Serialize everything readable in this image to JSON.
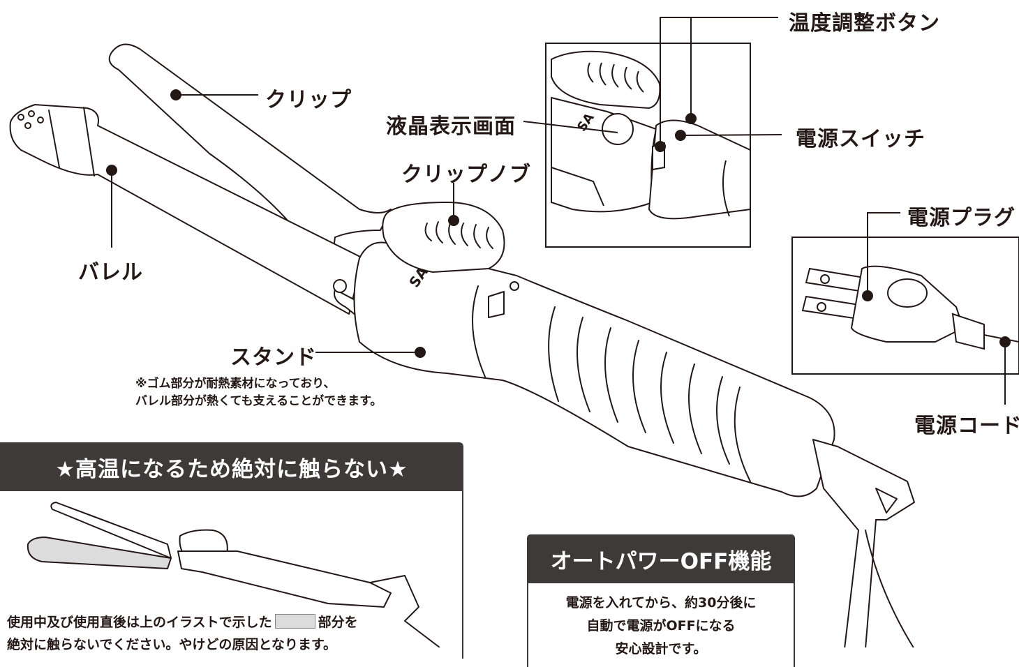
{
  "labels": {
    "clip": "クリップ",
    "barrel": "バレル",
    "clip_knob": "クリップノブ",
    "lcd": "液晶表示画面",
    "temp_button": "温度調整ボタン",
    "power_switch": "電源スイッチ",
    "plug": "電源プラグ",
    "cord": "電源コード",
    "stand": "スタンド",
    "brand_mark": "SA",
    "brand_mark_small": "SA"
  },
  "stand_note": {
    "line1": "※ゴム部分が耐熱素材になっており、",
    "line2": "バレル部分が熱くても支えることができます。"
  },
  "warning": {
    "title": "★高温になるため絶対に触らない★",
    "line1_before": "使用中及び使用直後は上のイラストで示した",
    "line1_after": "部分を",
    "line2": "絶対に触らないでください。やけどの原因となります。",
    "swatch_color": "#dcdcdc"
  },
  "auto_off": {
    "title": "オートパワーOFF機能",
    "line1": "電源を入れてから、約30分後に",
    "line2": "自動で電源がOFFになる",
    "line3": "安心設計です。"
  },
  "colors": {
    "ink": "#231815",
    "header_bg": "#3e3a39",
    "header_text": "#ffffff",
    "hot_fill": "#dcdcdc"
  }
}
